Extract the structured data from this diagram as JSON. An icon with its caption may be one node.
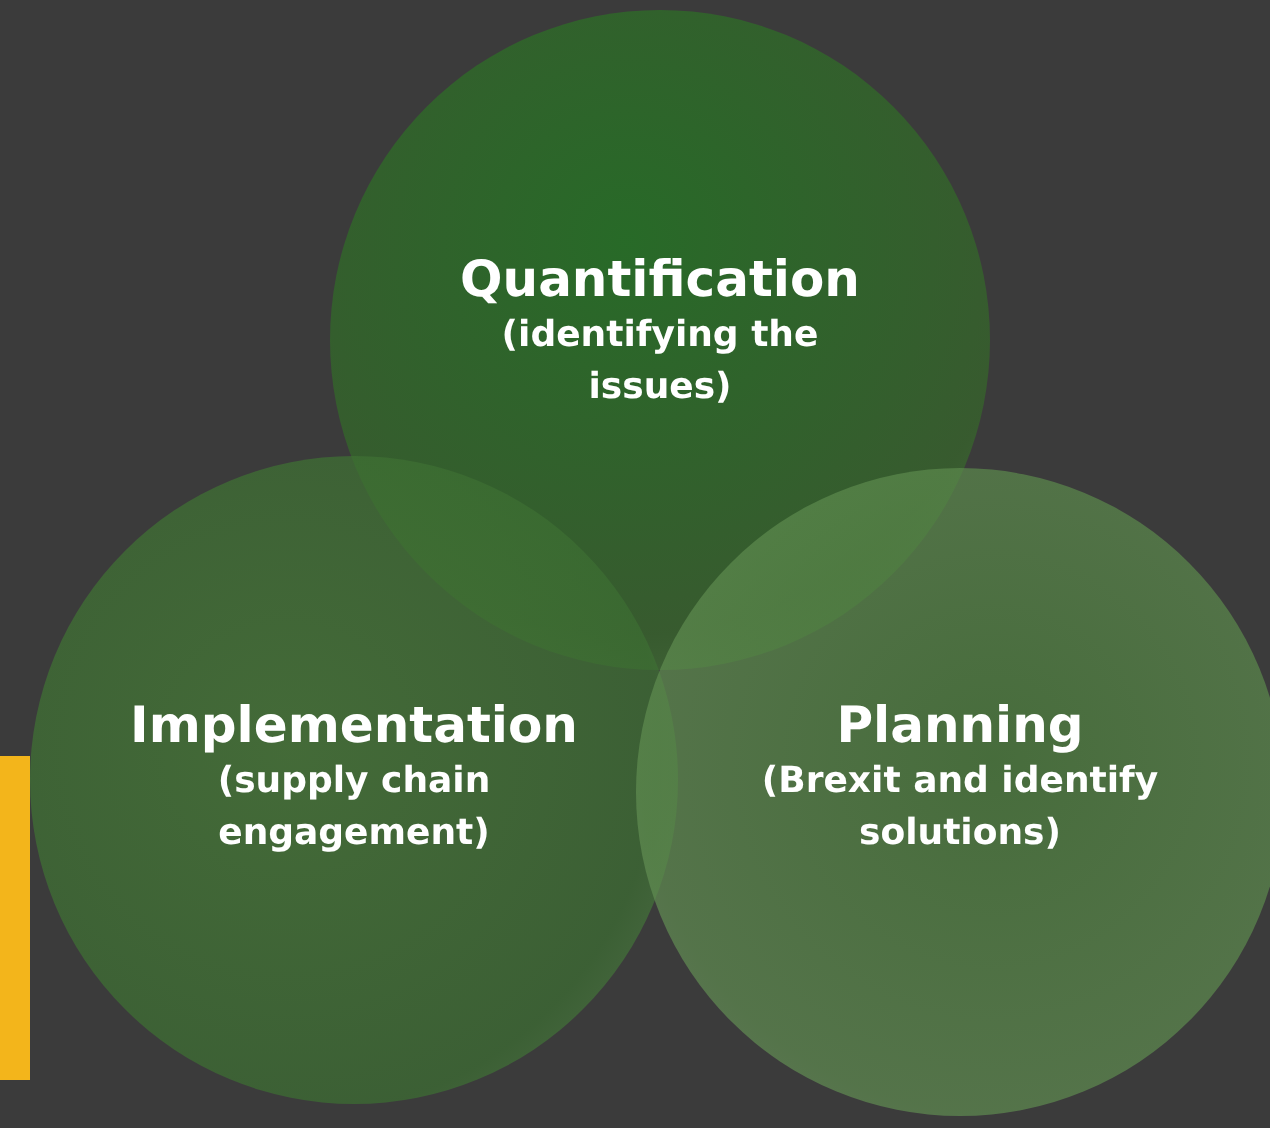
{
  "diagram": {
    "nodes": [
      {
        "text": [
          "Quantification",
          "(identifying the issues)"
        ]
      },
      {
        "text": [
          "Implementation",
          "(supply chain engagement)"
        ]
      },
      {
        "text": [
          "Planning",
          "(Brexit and identify solutions)"
        ]
      }
    ]
  }
}
